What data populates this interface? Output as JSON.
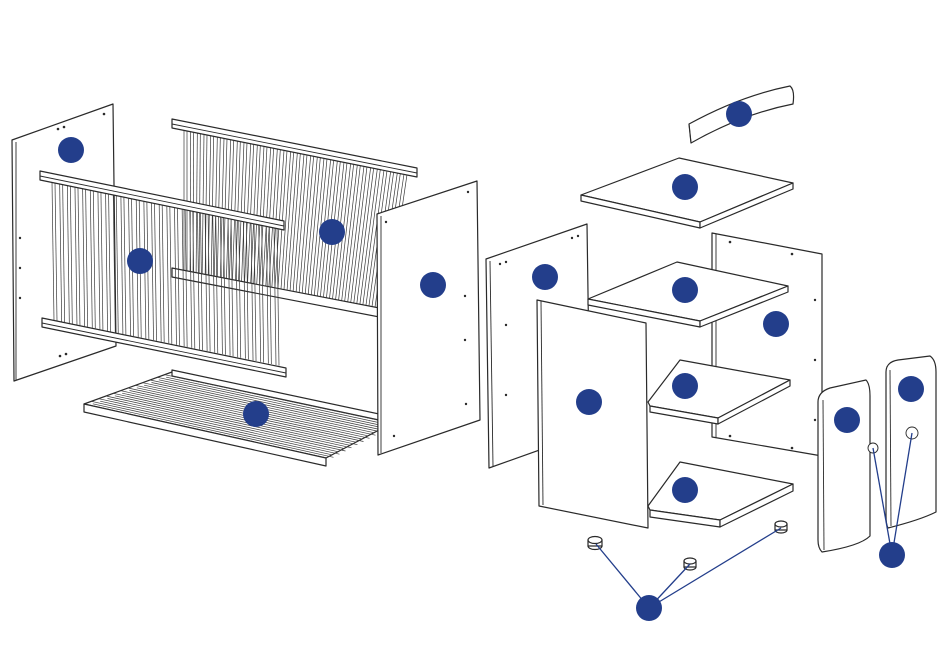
{
  "diagram": {
    "marker_color": "#233e8b",
    "line_color": "#2a2a2a"
  },
  "parts": [
    {
      "name": "crib-end-panel-left"
    },
    {
      "name": "crib-front-rail-assembly"
    },
    {
      "name": "crib-back-rail-assembly"
    },
    {
      "name": "crib-end-panel-right"
    },
    {
      "name": "crib-mattress-base"
    },
    {
      "name": "dresser-top-rail"
    },
    {
      "name": "dresser-top-board"
    },
    {
      "name": "dresser-back-left-panel"
    },
    {
      "name": "dresser-shelf-upper"
    },
    {
      "name": "dresser-back-right-panel"
    },
    {
      "name": "dresser-front-panel"
    },
    {
      "name": "dresser-shelf-middle"
    },
    {
      "name": "dresser-shelf-bottom"
    },
    {
      "name": "changer-side-panel-a"
    },
    {
      "name": "changer-side-panel-b"
    },
    {
      "name": "changer-fittings"
    },
    {
      "name": "dresser-feet"
    }
  ]
}
